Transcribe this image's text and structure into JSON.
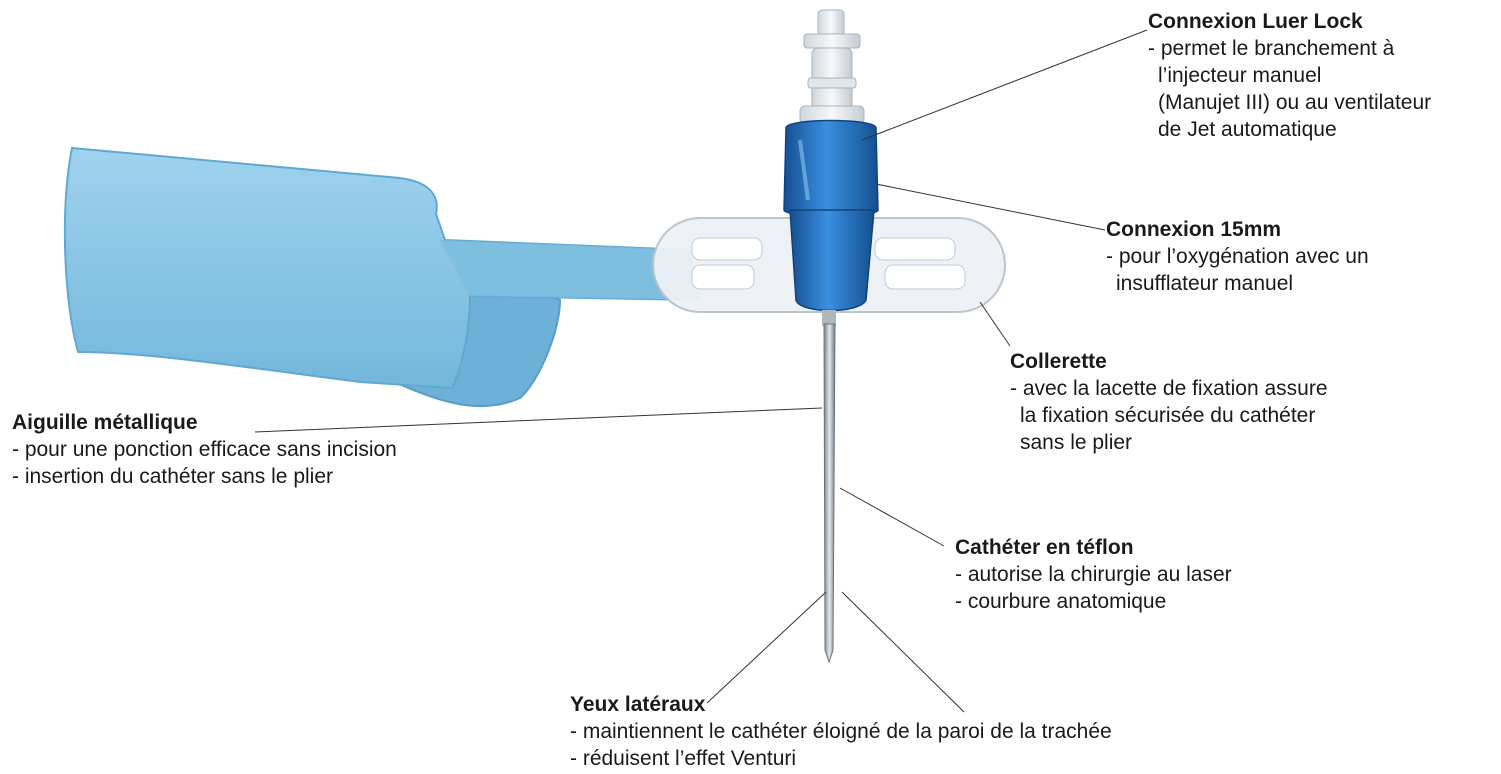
{
  "labels": {
    "luer": {
      "title": "Connexion Luer Lock",
      "lines": [
        "- permet le branchement à",
        "l’injecteur manuel",
        "(Manujet III) ou au ventilateur",
        "de Jet automatique"
      ]
    },
    "c15": {
      "title": "Connexion 15mm",
      "lines": [
        "- pour l’oxygénation avec un",
        "insufflateur manuel"
      ]
    },
    "collerette": {
      "title": "Collerette",
      "lines": [
        "- avec la lacette de fixation assure",
        "la fixation sécurisée du cathéter",
        "sans le plier"
      ]
    },
    "aiguille": {
      "title": "Aiguille métallique",
      "lines": [
        "- pour une ponction efficace sans incision",
        "- insertion du cathéter sans le plier"
      ]
    },
    "catheter": {
      "title": "Cathéter en téflon",
      "lines": [
        "- autorise la chirurgie au laser",
        "- courbure anatomique"
      ]
    },
    "yeux": {
      "title": "Yeux latéraux",
      "lines": [
        "- maintiennent le cathéter éloigné de la paroi de la trachée",
        "- réduisent l’effet Venturi"
      ]
    }
  },
  "colors": {
    "strap": "#87c5e6",
    "strap_dark": "#5fa9d1",
    "hub_blue": "#1f6fc0",
    "flange": "#e9eef3",
    "needle": "#9aa3ab",
    "leader": "#333333"
  }
}
